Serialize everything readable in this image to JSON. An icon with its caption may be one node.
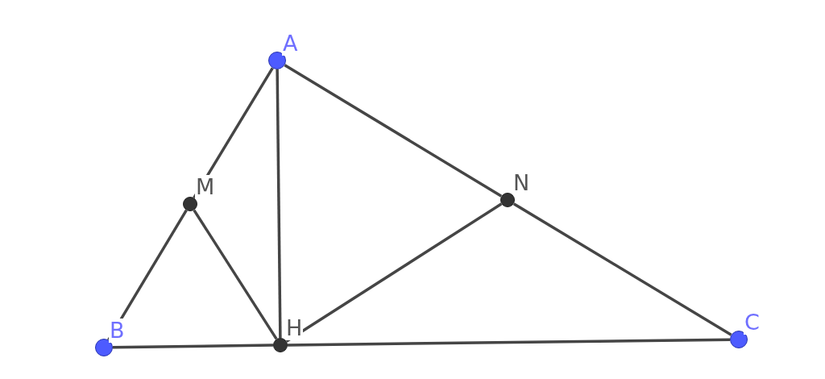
{
  "diagram": {
    "nodes": [
      {
        "text": [
          "A"
        ]
      },
      {
        "text": [
          "M"
        ]
      },
      {
        "text": [
          "N"
        ]
      },
      {
        "text": [
          "B"
        ]
      },
      {
        "text": [
          "H"
        ]
      },
      {
        "text": [
          "C"
        ]
      }
    ],
    "edges": [
      {
        "from": 0,
        "to": 1,
        "arrow": "none"
      },
      {
        "from": 1,
        "to": 3,
        "arrow": "none"
      },
      {
        "from": 0,
        "to": 4,
        "arrow": "none"
      },
      {
        "from": 0,
        "to": 2,
        "arrow": "none"
      },
      {
        "from": 2,
        "to": 5,
        "arrow": "none"
      },
      {
        "from": 1,
        "to": 4,
        "arrow": "none"
      },
      {
        "from": 4,
        "to": 2,
        "arrow": "none"
      },
      {
        "from": 3,
        "to": 4,
        "arrow": "none"
      },
      {
        "from": 4,
        "to": 5,
        "arrow": "none"
      }
    ]
  }
}
